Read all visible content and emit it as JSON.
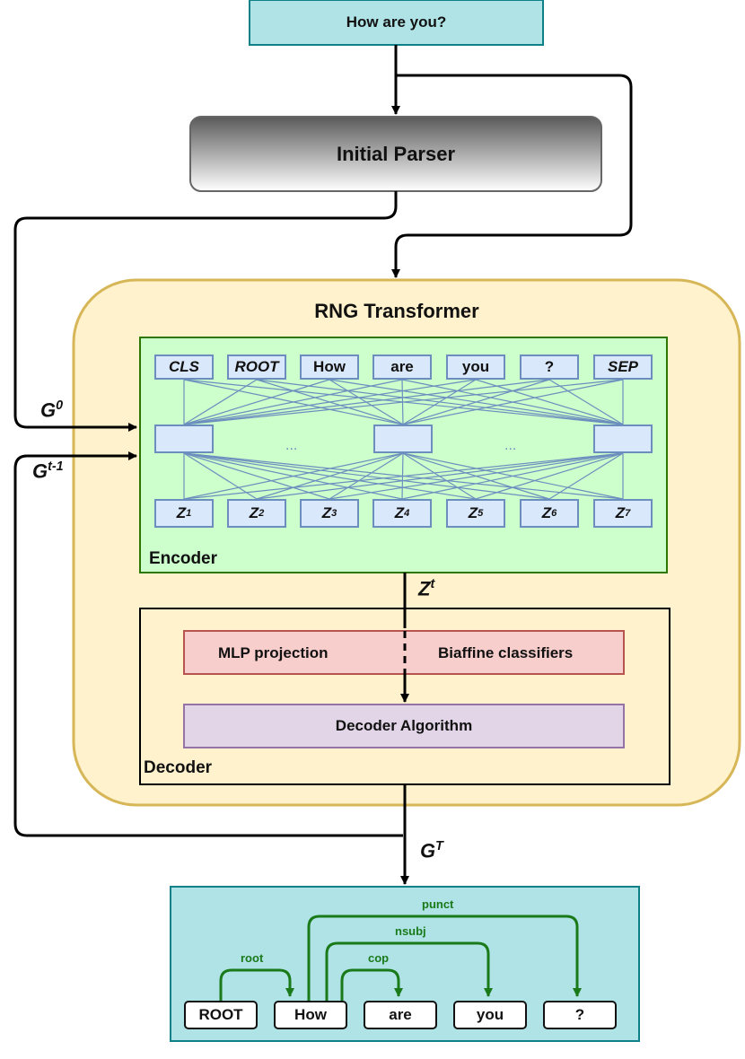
{
  "input": {
    "text": "How are you?"
  },
  "parser": {
    "label": "Initial Parser"
  },
  "rng": {
    "title": "RNG Transformer"
  },
  "encoder": {
    "label": "Encoder",
    "tokens": [
      "CLS",
      "ROOT",
      "How",
      "are",
      "you",
      "?",
      "SEP"
    ],
    "ellipsis": "...",
    "outputs": [
      {
        "base": "Z",
        "sub": "1"
      },
      {
        "base": "Z",
        "sub": "2"
      },
      {
        "base": "Z",
        "sub": "3"
      },
      {
        "base": "Z",
        "sub": "4"
      },
      {
        "base": "Z",
        "sub": "5"
      },
      {
        "base": "Z",
        "sub": "6"
      },
      {
        "base": "Z",
        "sub": "7"
      }
    ]
  },
  "decoder": {
    "label": "Decoder",
    "mlp": "MLP projection",
    "biaffine": "Biaffine classifiers",
    "algorithm": "Decoder Algorithm"
  },
  "graph_labels": {
    "g0": {
      "base": "G",
      "sup": "0"
    },
    "gt1": {
      "base": "G",
      "sup": "t-1"
    },
    "zt": {
      "base": "Z",
      "sup": "t"
    },
    "gT": {
      "base": "G",
      "sup": "T"
    }
  },
  "tree": {
    "words": [
      "ROOT",
      "How",
      "are",
      "you",
      "?"
    ],
    "arcs": [
      {
        "label": "root"
      },
      {
        "label": "cop"
      },
      {
        "label": "nsubj"
      },
      {
        "label": "punct"
      }
    ]
  },
  "colors": {
    "input_fill": "#b0e3e6",
    "input_border": "#0e8088",
    "rng_fill": "#fff2cc",
    "rng_border": "#d6b656",
    "encoder_fill": "#ccffcc",
    "encoder_border": "#2d7600",
    "token_fill": "#dae8fc",
    "token_border": "#6c8ebf",
    "mlp_fill": "#f8cecc",
    "mlp_border": "#b85450",
    "algo_fill": "#e1d5e7",
    "algo_border": "#9673a6",
    "arc_color": "#1a7a1a"
  }
}
